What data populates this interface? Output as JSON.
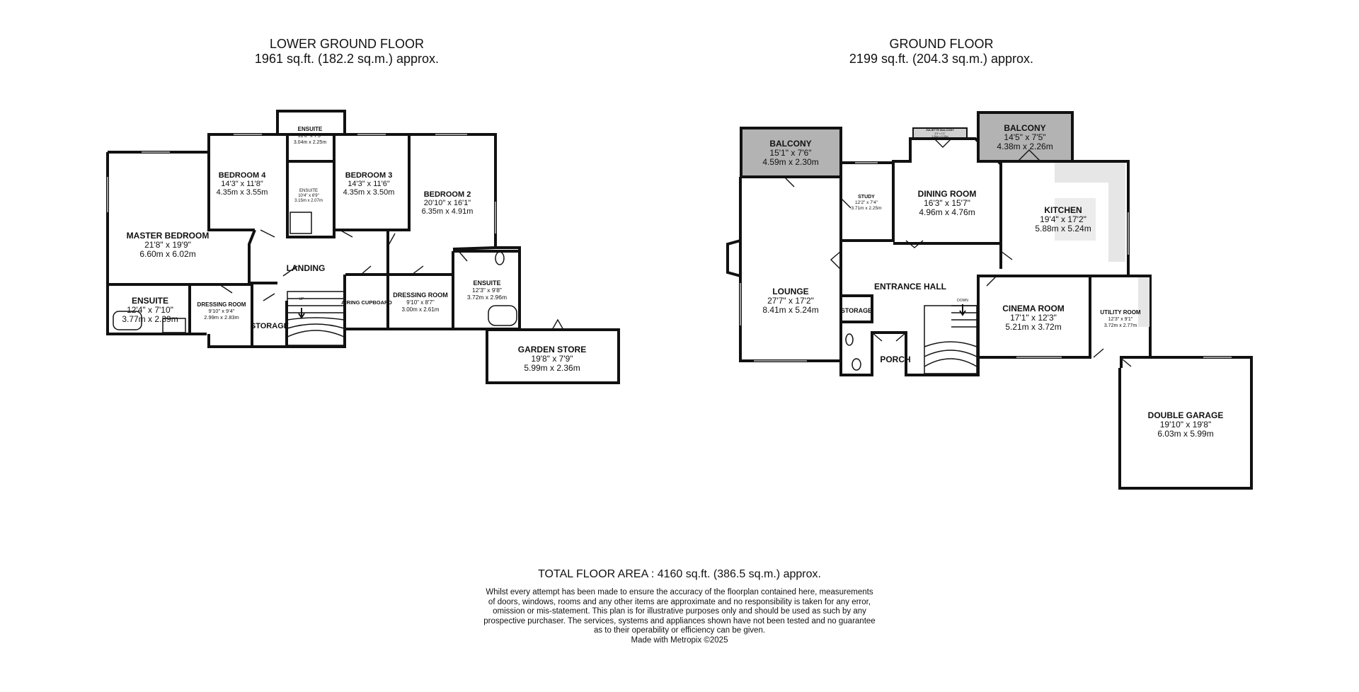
{
  "lower_floor": {
    "title": "LOWER GROUND FLOOR",
    "area": "1961 sq.ft. (182.2 sq.m.) approx.",
    "rooms": {
      "ensuite_top": {
        "name": "ENSUITE",
        "imperial": "10'0\" x 7'5\"",
        "metric": "3.04m x 2.25m"
      },
      "bedroom4": {
        "name": "BEDROOM 4",
        "imperial": "14'3\" x 11'8\"",
        "metric": "4.35m x 3.55m"
      },
      "ensuite_mid": {
        "name": "ENSUITE",
        "imperial": "10'4\" x 6'9\"",
        "metric": "3.15m x 2.07m"
      },
      "bedroom3": {
        "name": "BEDROOM 3",
        "imperial": "14'3\" x 11'6\"",
        "metric": "4.35m x 3.50m"
      },
      "bedroom2": {
        "name": "BEDROOM 2",
        "imperial": "20'10\" x 16'1\"",
        "metric": "6.35m x 4.91m"
      },
      "master": {
        "name": "MASTER BEDROOM",
        "imperial": "21'8\" x 19'9\"",
        "metric": "6.60m x 6.02m"
      },
      "landing": {
        "name": "LANDING"
      },
      "ensuite_master": {
        "name": "ENSUITE",
        "imperial": "12'4\" x 7'10\"",
        "metric": "3.77m x 2.39m"
      },
      "dressing1": {
        "name": "DRESSING ROOM",
        "imperial": "9'10\" x 9'4\"",
        "metric": "2.99m x 2.83m"
      },
      "storage": {
        "name": "STORAGE"
      },
      "airing": {
        "name": "AIRING CUPBOARD"
      },
      "dressing2": {
        "name": "DRESSING ROOM",
        "imperial": "9'10\" x 8'7\"",
        "metric": "3.00m x 2.61m"
      },
      "ensuite_b2": {
        "name": "ENSUITE",
        "imperial": "12'3\" x 9'8\"",
        "metric": "3.72m x 2.96m"
      },
      "garden_store": {
        "name": "GARDEN STORE",
        "imperial": "19'8\" x 7'9\"",
        "metric": "5.99m x 2.36m"
      },
      "stairs": {
        "name": "UP"
      }
    }
  },
  "ground_floor": {
    "title": "GROUND FLOOR",
    "area": "2199 sq.ft. (204.3 sq.m.) approx.",
    "rooms": {
      "balcony1": {
        "name": "BALCONY",
        "imperial": "15'1\" x 7'6\"",
        "metric": "4.59m x 2.30m"
      },
      "juliette": {
        "name": "JULIETTE BALCONY",
        "imperial": "4'3\" x 1'1\"",
        "metric": "1.30m x 0.33m"
      },
      "balcony2": {
        "name": "BALCONY",
        "imperial": "14'5\" x 7'5\"",
        "metric": "4.38m x 2.26m"
      },
      "study": {
        "name": "STUDY",
        "imperial": "12'2\" x 7'4\"",
        "metric": "3.71m x 2.25m"
      },
      "dining": {
        "name": "DINING ROOM",
        "imperial": "16'3\" x 15'7\"",
        "metric": "4.96m x 4.76m"
      },
      "kitchen": {
        "name": "KITCHEN",
        "imperial": "19'4\" x 17'2\"",
        "metric": "5.88m x 5.24m"
      },
      "lounge": {
        "name": "LOUNGE",
        "imperial": "27'7\" x 17'2\"",
        "metric": "8.41m x 5.24m"
      },
      "entrance": {
        "name": "ENTRANCE HALL"
      },
      "storage": {
        "name": "STORAGE"
      },
      "porch": {
        "name": "PORCH"
      },
      "cinema": {
        "name": "CINEMA ROOM",
        "imperial": "17'1\" x 12'3\"",
        "metric": "5.21m x 3.72m"
      },
      "utility": {
        "name": "UTILITY ROOM",
        "imperial": "12'3\" x 9'1\"",
        "metric": "3.72m x 2.77m"
      },
      "garage": {
        "name": "DOUBLE GARAGE",
        "imperial": "19'10\" x 19'8\"",
        "metric": "6.03m x 5.99m"
      },
      "stairs": {
        "name": "DOWN"
      }
    }
  },
  "footer": {
    "total": "TOTAL FLOOR AREA : 4160 sq.ft. (386.5 sq.m.) approx.",
    "disclaimer": [
      "Whilst every attempt has been made to ensure the accuracy of the floorplan contained here, measurements",
      "of doors, windows, rooms and any other items are approximate and no responsibility is taken for any error,",
      "omission or mis-statement. This plan is for illustrative purposes only and should be used as such by any",
      "prospective purchaser. The services, systems and appliances shown have not been tested and no guarantee",
      "as to their operability or efficiency can be given."
    ],
    "credit": "Made with Metropix ©2025"
  },
  "colors": {
    "wall": "#111111",
    "balcony_fill": "#b3b3b3",
    "fixture_fill": "#e6e6e6"
  }
}
